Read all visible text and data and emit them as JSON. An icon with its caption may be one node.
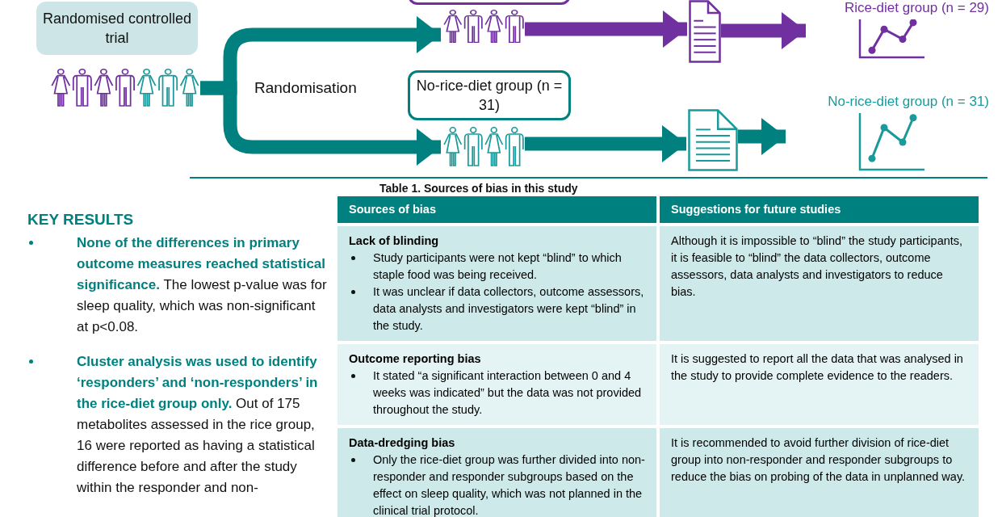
{
  "diagram": {
    "nodes": [
      {
        "text": [
          "Randomised controlled trial"
        ]
      },
      {
        "text": [],
        "shape": "picture"
      },
      {
        "text": [],
        "shape": "box"
      },
      {
        "text": [],
        "shape": "picture"
      },
      {
        "text": [
          "No-rice-diet group (n = 31)"
        ]
      },
      {
        "text": [],
        "shape": "picture"
      },
      {
        "text": [],
        "shape": "picture"
      },
      {
        "text": [],
        "shape": "picture",
        "beside": [
          "Rice-diet group (n = 29)"
        ]
      },
      {
        "text": [],
        "shape": "picture"
      },
      {
        "text": [],
        "shape": "picture",
        "beside": [
          "No-rice-diet group (n = 31)"
        ]
      }
    ],
    "edges": [
      {
        "from": 1,
        "to": 3,
        "arrow": "to"
      },
      {
        "from": 1,
        "to": 5,
        "arrow": "to"
      },
      {
        "from": 3,
        "to": 6,
        "arrow": "to",
        "color": "#7030a0"
      },
      {
        "from": 6,
        "to": 7,
        "arrow": "to",
        "color": "#7030a0"
      },
      {
        "from": 5,
        "to": 8,
        "arrow": "to"
      },
      {
        "from": 8,
        "to": 9,
        "arrow": "to"
      }
    ],
    "labels": [
      "Randomisation",
      "KEY RESULTS",
      "**None of the differences in primary outcome measures reached statistical significance.** The lowest p-value was for sleep quality, which was non-significant at p<0.08.",
      "**Cluster analysis was used to identify ‘responders’ and ‘non-responders’ in the rice-diet group only.** Out of 175 metabolites assessed in the rice group, 16 were reported as having a statistical difference before and after the study within the responder and non-",
      "Table 1. Sources of bias in this study",
      "Sources of bias",
      "Suggestions for future studies",
      "Lack of blinding",
      "Study participants were not kept “blind” to which staple food was being received.",
      "It was unclear if data collectors, outcome assessors, data analysts and investigators were kept “blind” in the study.",
      "Although it is impossible to “blind” the study participants, it is feasible to “blind” the data collectors, outcome assessors, data analysts and investigators to reduce bias.",
      "Outcome reporting bias",
      "It stated “a significant interaction between 0 and 4 weeks was indicated” but the data was not provided throughout the study.",
      "It is suggested to report all the data that was analysed in the study to provide complete evidence to the readers.",
      "Data-dredging bias",
      "Only the rice-diet group was further divided into non-responder and responder subgroups based on the effect on sleep quality, which was not planned in the clinical trial protocol.",
      "It is recommended to avoid further division of rice-diet group into non-responder and responder subgroups to reduce the bias on probing of the data in unplanned way."
    ]
  }
}
